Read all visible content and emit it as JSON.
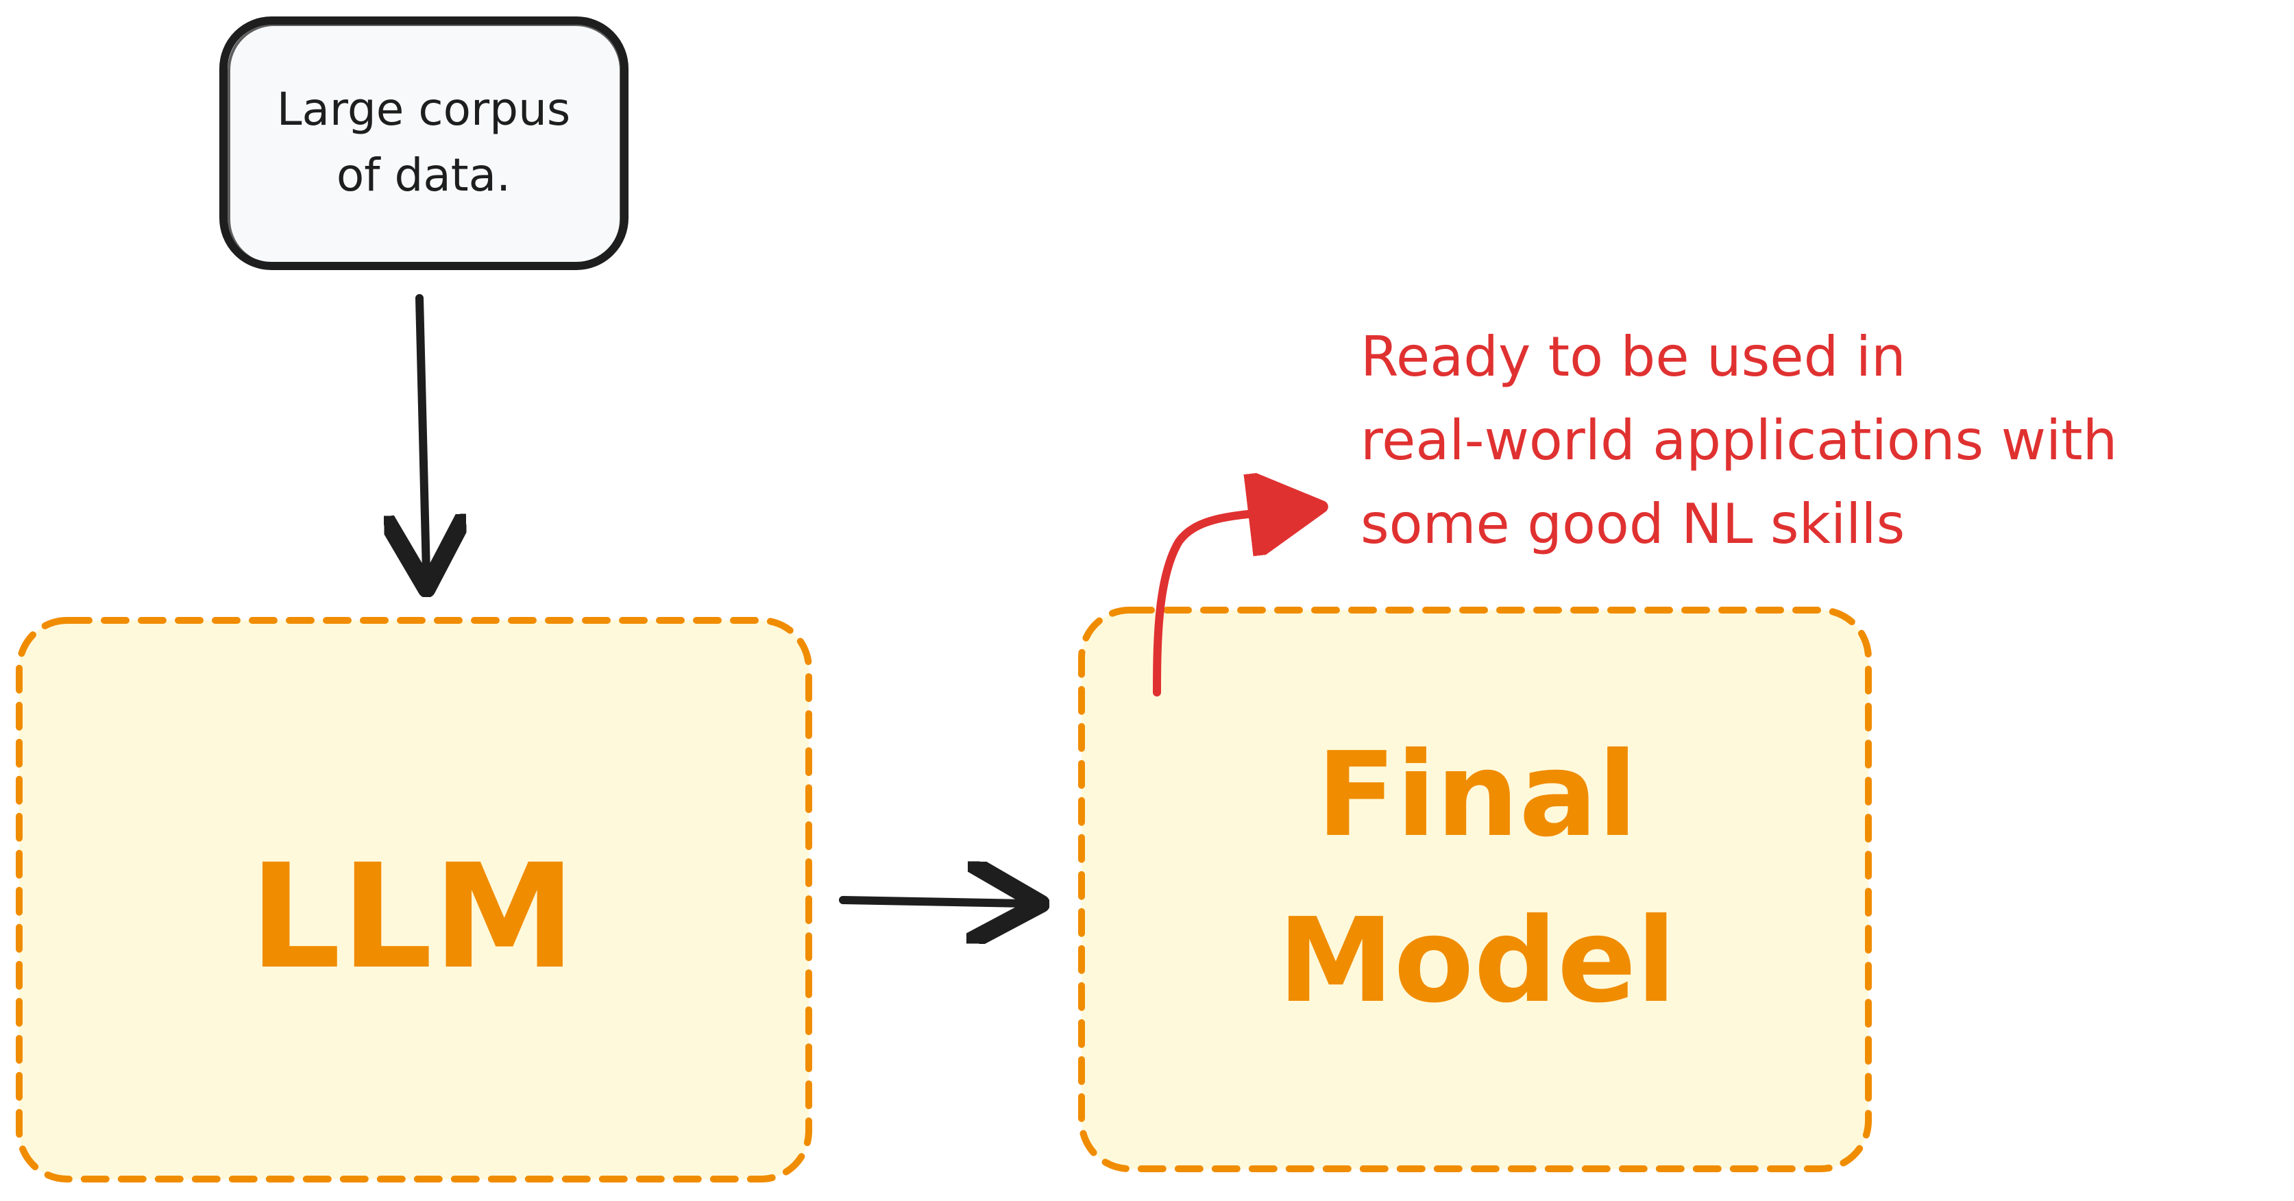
{
  "nodes": {
    "corpus": {
      "line1": "Large corpus",
      "line2": "of data."
    },
    "llm": {
      "label": "LLM"
    },
    "final_model": {
      "line1": "Final",
      "line2": "Model"
    }
  },
  "annotation": {
    "line1": "Ready to be used in",
    "line2": "real-world applications with",
    "line3": "some good NL skills"
  },
  "colors": {
    "ink": "#1e1e1e",
    "corpus_fill": "#f8f9fa",
    "box_fill": "#fff9db",
    "box_stroke": "#f08c00",
    "annotation": "#e03131"
  }
}
